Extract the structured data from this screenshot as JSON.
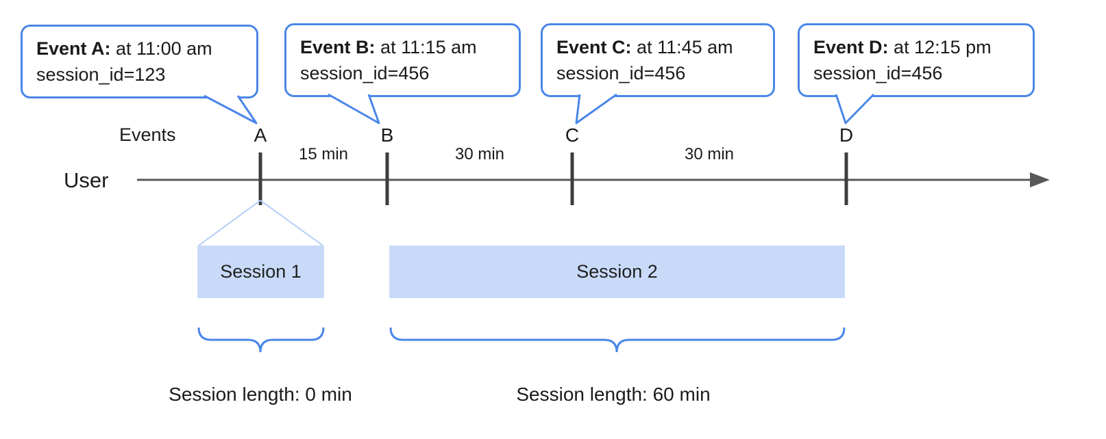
{
  "diagram": {
    "user_label": "User",
    "events_label": "Events"
  },
  "events": [
    {
      "id": "A",
      "title": "Event A:",
      "time": "at 11:00 am",
      "session_id": "session_id=123"
    },
    {
      "id": "B",
      "title": "Event B:",
      "time": "at 11:15 am",
      "session_id": "session_id=456"
    },
    {
      "id": "C",
      "title": "Event C:",
      "time": "at 11:45 am",
      "session_id": "session_id=456"
    },
    {
      "id": "D",
      "title": "Event D:",
      "time": "at 12:15 pm",
      "session_id": "session_id=456"
    }
  ],
  "intervals": [
    {
      "label": "15 min"
    },
    {
      "label": "30 min"
    },
    {
      "label": "30 min"
    }
  ],
  "sessions": [
    {
      "label": "Session 1",
      "length": "Session length: 0 min"
    },
    {
      "label": "Session 2",
      "length": "Session length: 60 min"
    }
  ],
  "colors": {
    "accent_blue": "#4a86e8",
    "funnel_blue": "#b3cdf7",
    "session_fill": "#c9daf8",
    "timeline_gray": "#595959",
    "tick_gray": "#3d3d3d"
  }
}
